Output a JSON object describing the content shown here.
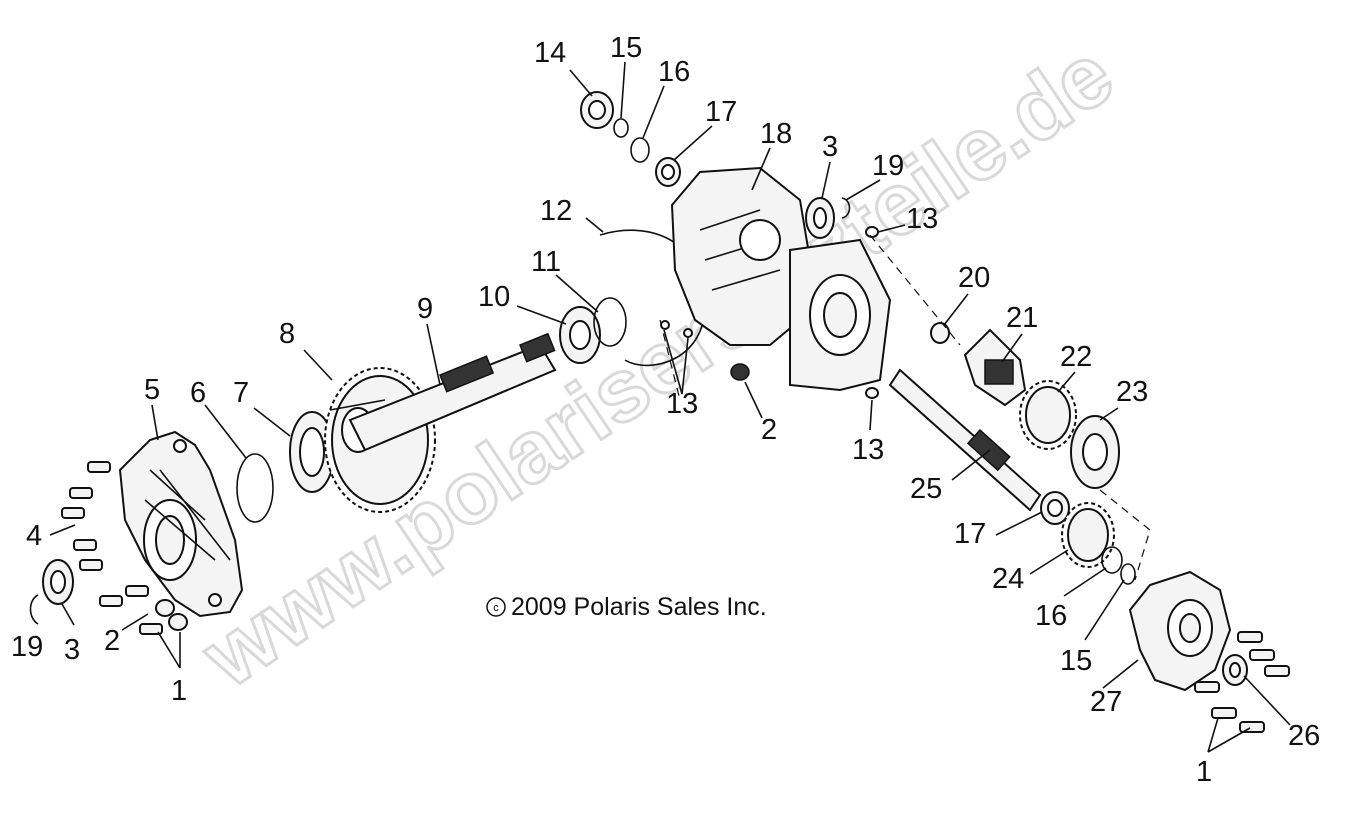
{
  "copyright": "2009 Polaris Sales Inc.",
  "copyright_symbol": "c",
  "watermark": "www.polarisersatzteile.de",
  "callouts": [
    {
      "id": "c14",
      "label": "14"
    },
    {
      "id": "c15a",
      "label": "15"
    },
    {
      "id": "c16a",
      "label": "16"
    },
    {
      "id": "c17a",
      "label": "17"
    },
    {
      "id": "c18",
      "label": "18"
    },
    {
      "id": "c3a",
      "label": "3"
    },
    {
      "id": "c19a",
      "label": "19"
    },
    {
      "id": "c13a",
      "label": "13"
    },
    {
      "id": "c12",
      "label": "12"
    },
    {
      "id": "c11",
      "label": "11"
    },
    {
      "id": "c10",
      "label": "10"
    },
    {
      "id": "c9",
      "label": "9"
    },
    {
      "id": "c8",
      "label": "8"
    },
    {
      "id": "c7",
      "label": "7"
    },
    {
      "id": "c6",
      "label": "6"
    },
    {
      "id": "c5",
      "label": "5"
    },
    {
      "id": "c4",
      "label": "4"
    },
    {
      "id": "c19b",
      "label": "19"
    },
    {
      "id": "c3b",
      "label": "3"
    },
    {
      "id": "c2a",
      "label": "2"
    },
    {
      "id": "c1a",
      "label": "1"
    },
    {
      "id": "c13b",
      "label": "13"
    },
    {
      "id": "c2b",
      "label": "2"
    },
    {
      "id": "c13c",
      "label": "13"
    },
    {
      "id": "c20",
      "label": "20"
    },
    {
      "id": "c21",
      "label": "21"
    },
    {
      "id": "c22",
      "label": "22"
    },
    {
      "id": "c23",
      "label": "23"
    },
    {
      "id": "c25",
      "label": "25"
    },
    {
      "id": "c17b",
      "label": "17"
    },
    {
      "id": "c24",
      "label": "24"
    },
    {
      "id": "c16b",
      "label": "16"
    },
    {
      "id": "c15b",
      "label": "15"
    },
    {
      "id": "c27",
      "label": "27"
    },
    {
      "id": "c26",
      "label": "26"
    },
    {
      "id": "c1b",
      "label": "1"
    }
  ]
}
